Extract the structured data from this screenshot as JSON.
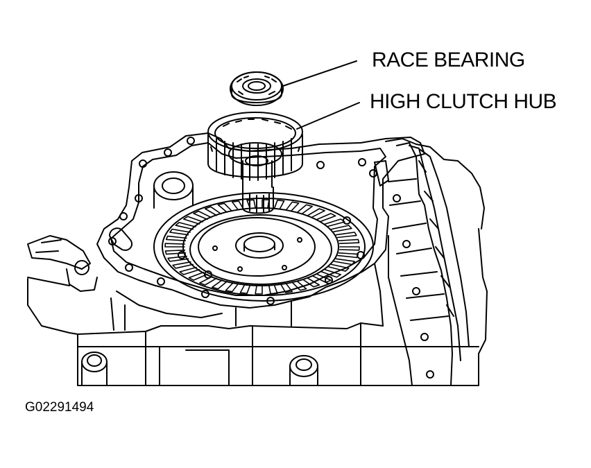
{
  "labels": {
    "race_bearing": "RACE BEARING",
    "high_clutch_hub": "HIGH CLUTCH HUB"
  },
  "figure_id": "G02291494",
  "colors": {
    "ink": "#000000",
    "paper": "#ffffff"
  }
}
